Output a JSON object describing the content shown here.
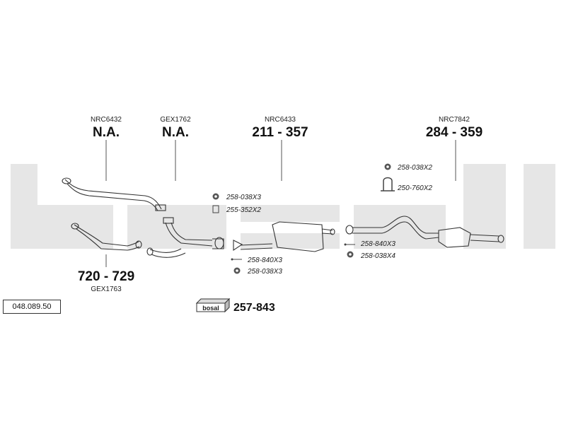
{
  "watermark": "bosal",
  "catalog_number": "048.089.50",
  "groups": {
    "g1": {
      "code": "NRC6432",
      "price": "N.A."
    },
    "g2": {
      "code": "GEX1762",
      "price": "N.A."
    },
    "g3": {
      "code": "NRC6433",
      "price": "211 - 357"
    },
    "g4": {
      "code": "NRC7842",
      "price": "284 - 359"
    },
    "g5": {
      "code": "GEX1763",
      "price": "720 - 729"
    }
  },
  "fittings": {
    "f1": "258-038X3",
    "f2": "255-352X2",
    "f3": "258-840X3",
    "f4": "258-038X3",
    "f5": "258-038X2",
    "f6": "250-760X2",
    "f7": "258-840X3",
    "f8": "258-038X4"
  },
  "kit": {
    "logo": "bosal",
    "number": "257-843"
  }
}
